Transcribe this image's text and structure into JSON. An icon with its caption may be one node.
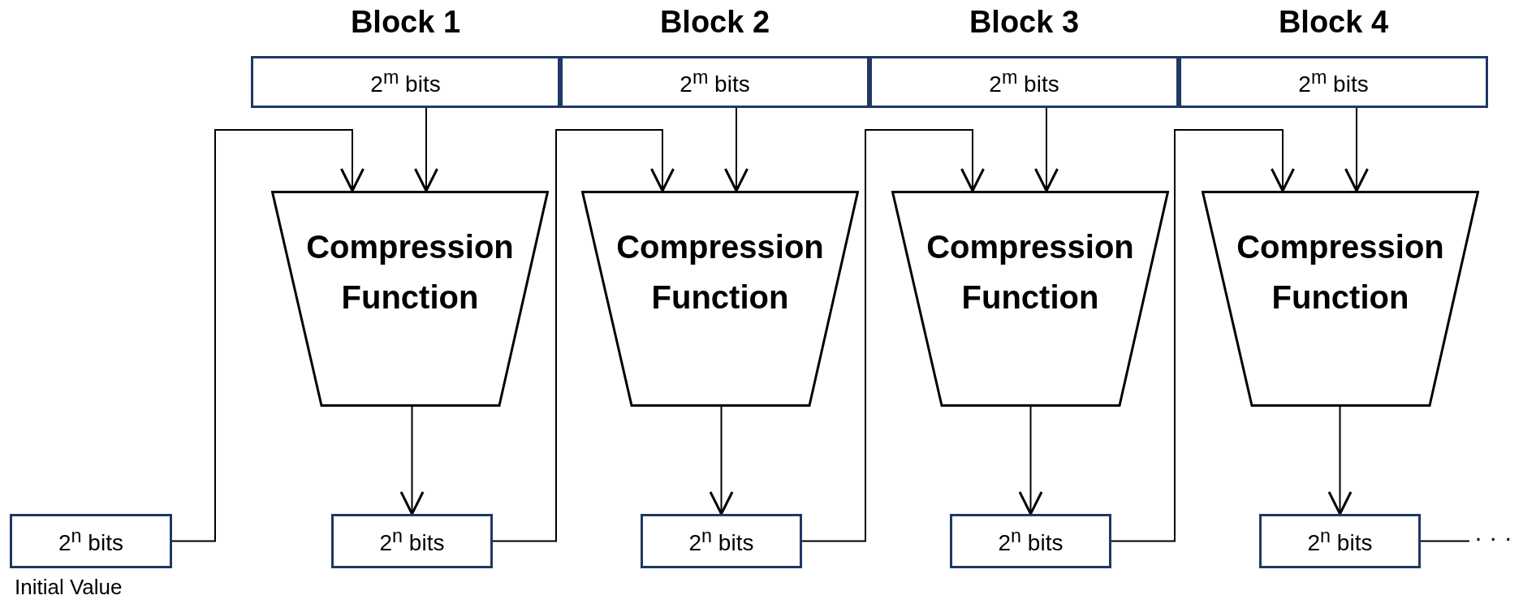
{
  "diagram": {
    "nodes": [
      {
        "text": [
          "Block 1",
          "2$^{m}$ bits"
        ]
      },
      {
        "text": [
          "Block 2",
          "2$^{m}$ bits"
        ]
      },
      {
        "text": [
          "Block 3",
          "2$^{m}$ bits"
        ]
      },
      {
        "text": [
          "Block 4",
          "2$^{m}$ bits"
        ]
      },
      {
        "text": [
          "Compression Function"
        ]
      },
      {
        "text": [
          "Compression Function"
        ]
      },
      {
        "text": [
          "Compression Function"
        ]
      },
      {
        "text": [
          "Compression Function"
        ]
      },
      {
        "text": [
          "2$^{n}$ bits"
        ],
        "beside": [
          "Initial Value"
        ]
      },
      {
        "text": [
          "2$^{n}$ bits"
        ]
      },
      {
        "text": [
          "2$^{n}$ bits"
        ]
      },
      {
        "text": [
          "2$^{n}$ bits"
        ]
      },
      {
        "text": [
          "2$^{n}$ bits"
        ]
      },
      {
        "text": [
          "· · ·"
        ]
      }
    ],
    "edges": [
      {
        "from": 0,
        "to": 4,
        "arrow": "to"
      },
      {
        "from": 1,
        "to": 5,
        "arrow": "to"
      },
      {
        "from": 2,
        "to": 6,
        "arrow": "to"
      },
      {
        "from": 3,
        "to": 7,
        "arrow": "to"
      },
      {
        "from": 8,
        "to": 4,
        "arrow": "to"
      },
      {
        "from": 9,
        "to": 5,
        "arrow": "to"
      },
      {
        "from": 10,
        "to": 6,
        "arrow": "to"
      },
      {
        "from": 11,
        "to": 7,
        "arrow": "to"
      },
      {
        "from": 4,
        "to": 9,
        "arrow": "to"
      },
      {
        "from": 5,
        "to": 10,
        "arrow": "to"
      },
      {
        "from": 6,
        "to": 11,
        "arrow": "to"
      },
      {
        "from": 7,
        "to": 12,
        "arrow": "to"
      },
      {
        "from": 12,
        "to": 13,
        "arrow": "none"
      }
    ]
  }
}
